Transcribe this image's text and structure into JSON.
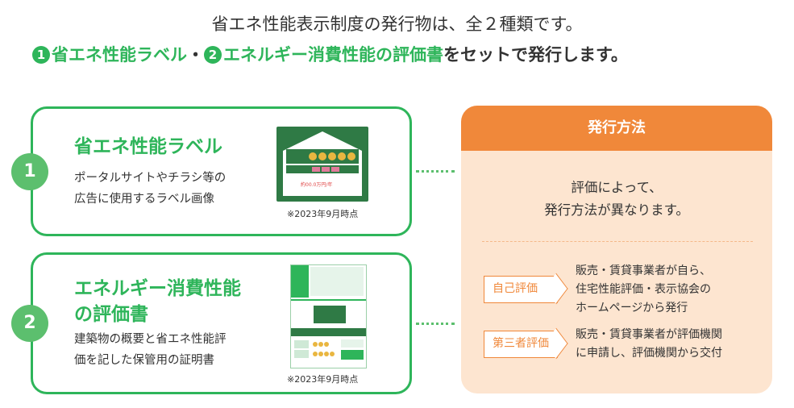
{
  "header": {
    "line1": "省エネ性能表示制度の発行物は、全２種類です。",
    "n1": "1",
    "item1": "省エネ性能ラベル",
    "sep": "・",
    "n2": "2",
    "item2": "エネルギー消費性能の評価書",
    "suffix": "をセットで発行します。"
  },
  "cards": [
    {
      "number": "1",
      "title": "省エネ性能ラベル",
      "desc1": "ポータルサイトやチラシ等の",
      "desc2": "広告に使用するラベル画像",
      "note": "※2023年9月時点",
      "image_title": "省エネ性能ラベル"
    },
    {
      "number": "2",
      "title1": "エネルギー消費性能",
      "title2": "の評価書",
      "desc1": "建築物の概要と省エネ性能評",
      "desc2": "価を記した保管用の証明書",
      "note": "※2023年9月時点"
    }
  ],
  "panel": {
    "title": "発行方法",
    "main1": "評価によって、",
    "main2": "発行方法が異なります。",
    "methods": [
      {
        "label": "自己評価",
        "lines": [
          "販売・賃貸事業者が自ら、",
          "住宅性能評価・表示協会の",
          "ホームページから発行"
        ]
      },
      {
        "label": "第三者評価",
        "lines": [
          "販売・賃貸事業者が評価機関",
          "に申請し、評価機関から交付"
        ]
      }
    ]
  },
  "colors": {
    "green": "#2eb55a",
    "orange": "#f0883a",
    "panel": "#fde5d0"
  }
}
